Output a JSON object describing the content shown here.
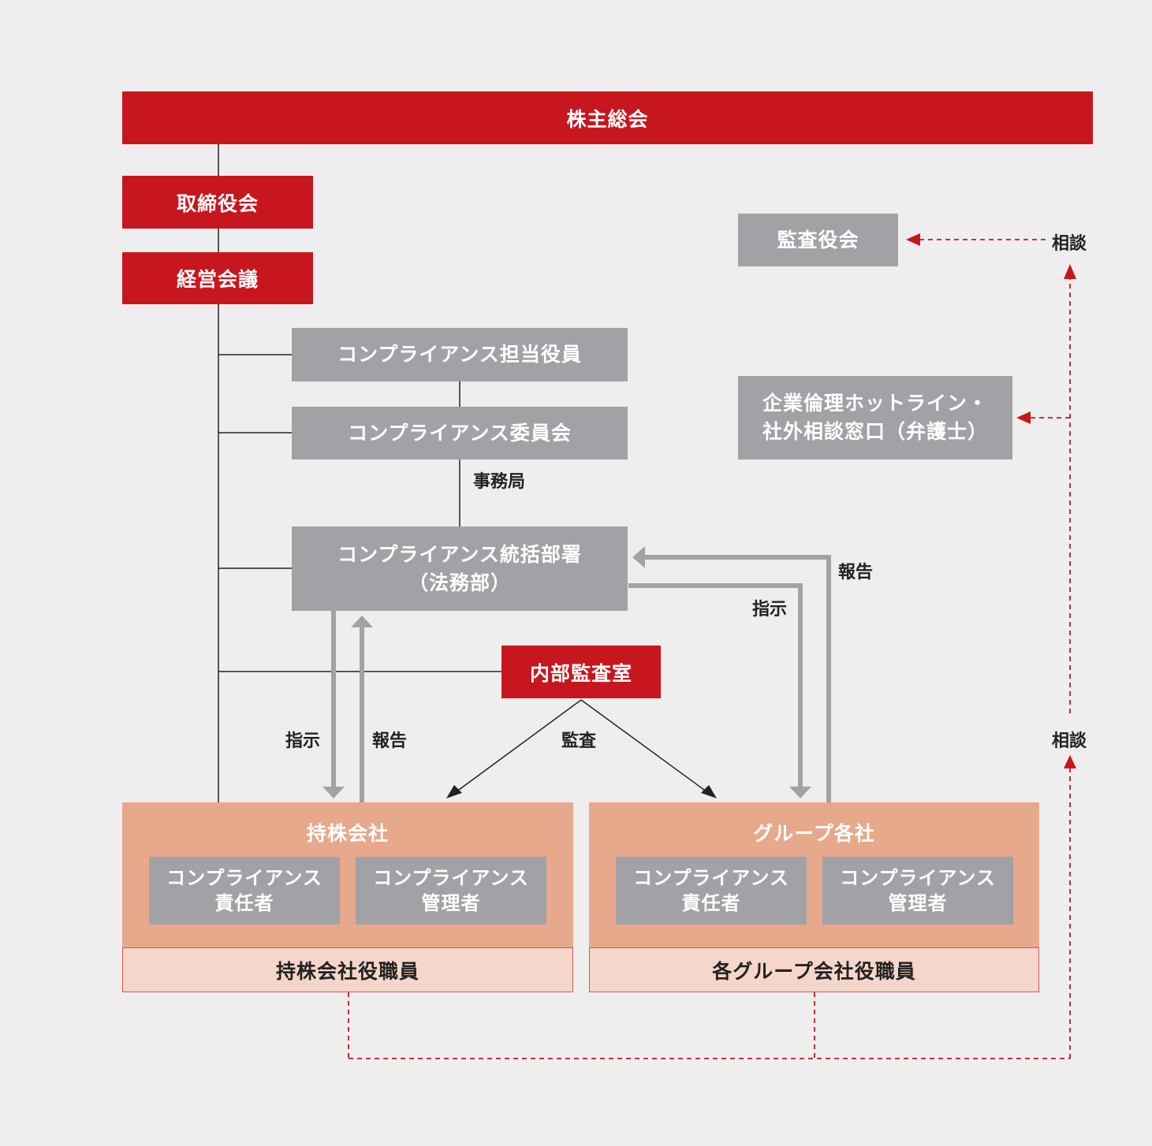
{
  "top": {
    "label": "株主総会"
  },
  "board": {
    "label": "取締役会"
  },
  "management": {
    "label": "経営会議"
  },
  "compliance_officer": {
    "label": "コンプライアンス担当役員"
  },
  "compliance_committee": {
    "label": "コンプライアンス委員会"
  },
  "secretariat_label": "事務局",
  "compliance_dept": {
    "line1": "コンプライアンス統括部署",
    "line2": "（法務部）"
  },
  "audit_board": {
    "label": "監査役会"
  },
  "hotline": {
    "line1": "企業倫理ホットライン・",
    "line2": "社外相談窓口（弁護士）"
  },
  "internal_audit": {
    "label": "内部監査室"
  },
  "holding": {
    "title": "持株会社",
    "manager1": {
      "line1": "コンプライアンス",
      "line2": "責任者"
    },
    "manager2": {
      "line1": "コンプライアンス",
      "line2": "管理者"
    },
    "staff": "持株会社役職員"
  },
  "group": {
    "title": "グループ各社",
    "manager1": {
      "line1": "コンプライアンス",
      "line2": "責任者"
    },
    "manager2": {
      "line1": "コンプライアンス",
      "line2": "管理者"
    },
    "staff": "各グループ会社役職員"
  },
  "labels": {
    "instruct_left": "指示",
    "report_left": "報告",
    "audit": "監査",
    "instruct_right": "指示",
    "report_right": "報告",
    "consult_top": "相談",
    "consult_bottom": "相談"
  },
  "colors": {
    "red": "#c8161e",
    "gray": "#a2a1a6",
    "orange": "#e6a98c",
    "pink": "#f5d6ca",
    "background": "#eeeeee"
  }
}
